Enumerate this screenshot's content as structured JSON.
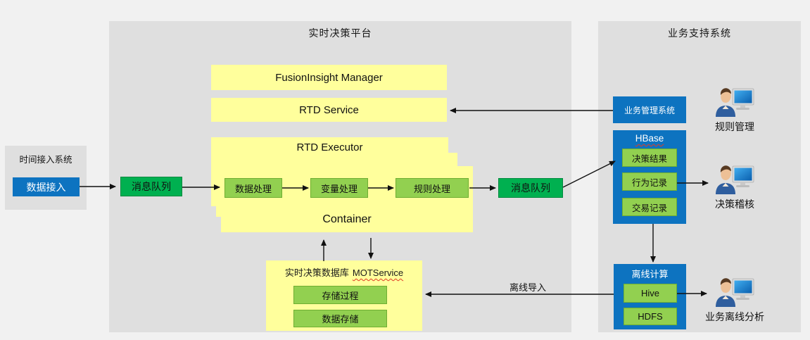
{
  "diagram": {
    "access_system": {
      "title": "时间接入系统",
      "data_access": "数据接入"
    },
    "platform": {
      "title": "实时决策平台",
      "mq_in": "消息队列",
      "mq_out": "消息队列",
      "fusioninsight_manager": "FusionInsight Manager",
      "rtd_service": "RTD Service",
      "rtd_executor": "RTD Executor",
      "container": "Container",
      "processors": [
        "数据处理",
        "变量处理",
        "规则处理"
      ],
      "mot": {
        "title_prefix": "实时决策数据库",
        "title_word": "MOTService",
        "items": [
          "存储过程",
          "数据存储"
        ]
      }
    },
    "business": {
      "title": "业务支持系统",
      "biz_mgmt": "业务管理系统",
      "hbase": {
        "title": "HBase",
        "items": [
          "决策结果",
          "行为记录",
          "交易记录"
        ]
      },
      "offline": {
        "title": "离线计算",
        "items": [
          "Hive",
          "HDFS"
        ]
      },
      "actors": [
        "规则管理",
        "决策稽核",
        "业务离线分析"
      ]
    },
    "edges": {
      "offline_import": "离线导入"
    }
  },
  "colors": {
    "background": "#f1f1f1",
    "panel_gray": "#dfdfdf",
    "node_yellow": "#ffff9c",
    "node_green": "#92d050",
    "queue_green": "#00b050",
    "node_blue": "#0d73c0",
    "line_black": "#111111",
    "spellcheck_red": "#e03b24"
  }
}
